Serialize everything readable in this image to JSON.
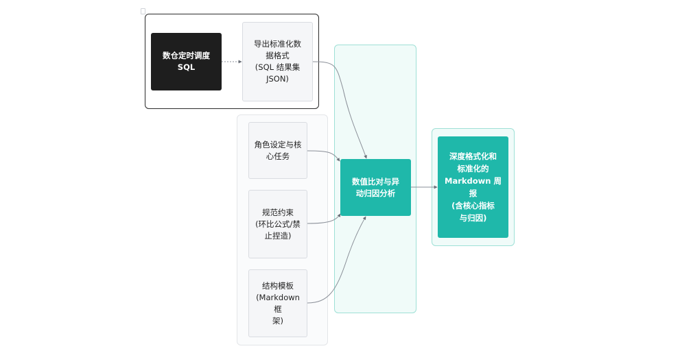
{
  "diagram": {
    "nodes": {
      "source": "数仓定时调度\nSQL",
      "export": "导出标准化数\n据格式\n(SQL 结果集\nJSON)",
      "role": "角色设定与核\n心任务",
      "rules": "规范约束\n(环比公式/禁\n止捏造)",
      "template": "结构模板\n(Markdown 框\n架)",
      "compare": "数值比对与异\n动归因分析",
      "report": "深度格式化和\n标准化的\nMarkdown 周\n报\n(含核心指标\n与归因)"
    },
    "edges": [
      {
        "from": "source",
        "to": "export"
      },
      {
        "from": "export",
        "to": "compare"
      },
      {
        "from": "role",
        "to": "compare"
      },
      {
        "from": "rules",
        "to": "compare"
      },
      {
        "from": "template",
        "to": "compare"
      },
      {
        "from": "compare",
        "to": "report"
      }
    ],
    "colors": {
      "dark": "#1e1e1e",
      "teal": "#1fb8aa",
      "teal_group_bg": "#f0fbf9",
      "teal_group_border": "#9ee0d6",
      "light_node_bg": "#f5f6f8",
      "edge": "#8a8f98"
    }
  }
}
